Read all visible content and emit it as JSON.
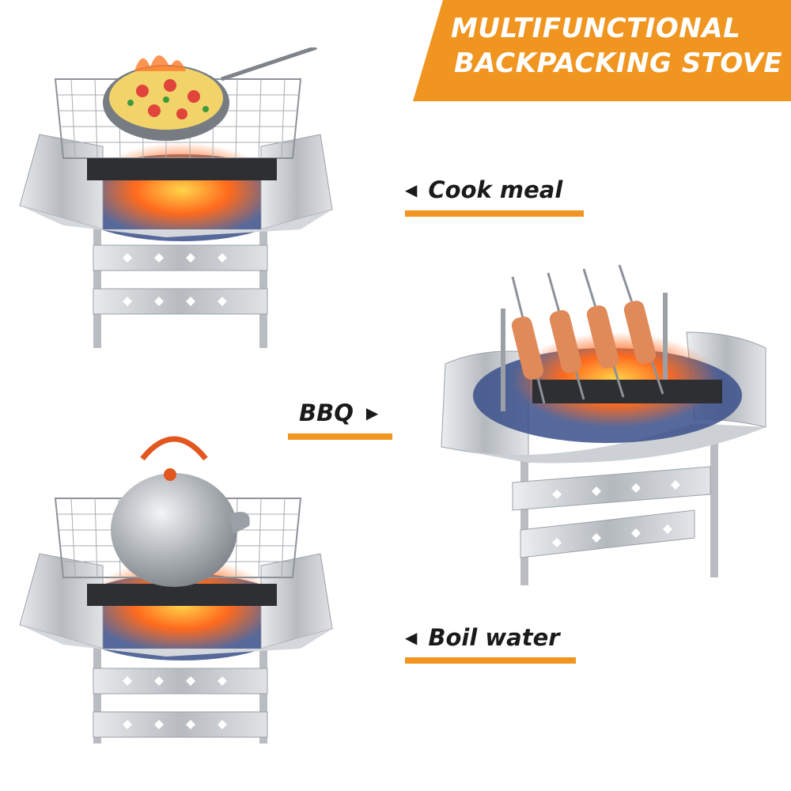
{
  "banner": {
    "line1": "MULTIFUNCTIONAL",
    "line2": "BACKPACKING STOVE",
    "color": "#f0951f"
  },
  "labels": {
    "cook": "Cook meal",
    "bbq": "BBQ",
    "boil": "Boil water",
    "left_arrow_icon": "left-arrow-icon",
    "right_arrow_icon": "right-arrow-icon"
  },
  "colors": {
    "accent": "#f0951f",
    "steel": "#c9ccd0",
    "fire": "#ff5a1e",
    "coal": "#3a4f8a"
  }
}
